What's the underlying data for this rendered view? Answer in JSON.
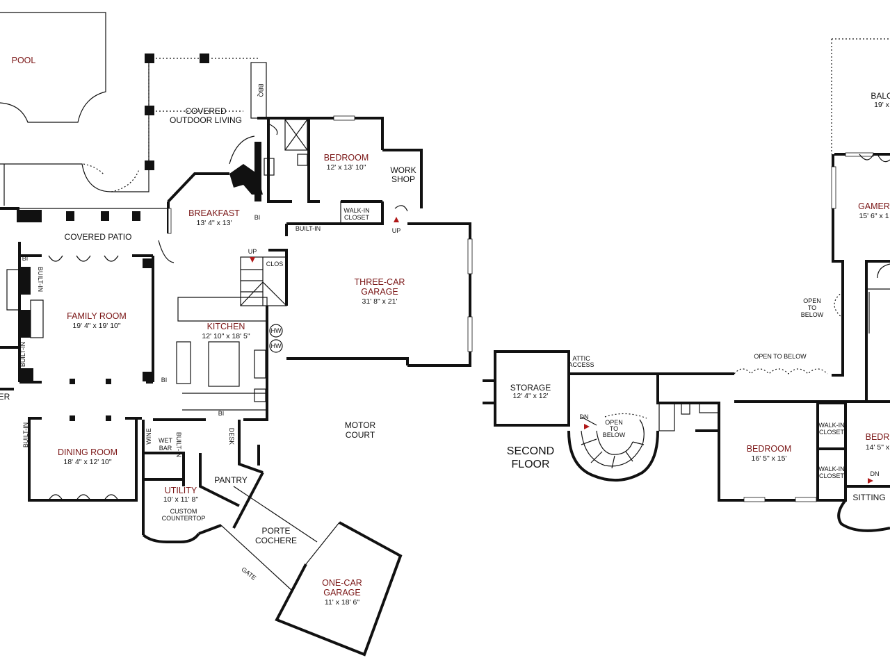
{
  "rooms": {
    "pool": "POOL",
    "covered_outdoor_living": [
      "COVERED",
      "OUTDOOR LIVING"
    ],
    "bbq": "BBQ",
    "bedroom_main": {
      "name": "BEDROOM",
      "size": "12' x 13' 10\""
    },
    "work_shop": [
      "WORK",
      "SHOP"
    ],
    "breakfast": {
      "name": "BREAKFAST",
      "size": "13' 4\" x 13'"
    },
    "walk_in_closet_main": [
      "WALK-IN",
      "CLOSET"
    ],
    "covered_patio": "COVERED PATIO",
    "family_room": {
      "name": "FAMILY ROOM",
      "size": "19' 4\" x 19' 10\""
    },
    "kitchen": {
      "name": "KITCHEN",
      "size": "12' 10\" x 18' 5\""
    },
    "three_car_garage": {
      "name": [
        "THREE-CAR",
        "GARAGE"
      ],
      "size": "31' 8\" x 21'"
    },
    "motor_court": [
      "MOTOR",
      "COURT"
    ],
    "dining_room": {
      "name": "DINING ROOM",
      "size": "18' 4\" x 12' 10\""
    },
    "wet_bar": [
      "WET",
      "BAR"
    ],
    "utility": {
      "name": "UTILITY",
      "size": "10' x 11' 8\""
    },
    "custom_countertop": [
      "CUSTOM",
      "COUNTERTOP"
    ],
    "pantry": "PANTRY",
    "porte_cochere": [
      "PORTE",
      "COCHERE"
    ],
    "gate": "GATE",
    "one_car_garage": {
      "name": [
        "ONE-CAR",
        "GARAGE"
      ],
      "size": "11' x 18' 6\""
    },
    "storage": {
      "name": "STORAGE",
      "size": "12' 4\" x 12'"
    },
    "attic_access": [
      "ATTIC",
      "ACCESS"
    ],
    "second_floor": [
      "SECOND",
      "FLOOR"
    ],
    "open_to_below_stair": [
      "OPEN",
      "TO",
      "BELOW"
    ],
    "open_to_below_bridge": "OPEN TO BELOW",
    "open_to_below_right": [
      "OPEN",
      "TO",
      "BELOW"
    ],
    "bedroom_upper": {
      "name": "BEDROOM",
      "size": "16' 5\" x 15'"
    },
    "walk_in_closet_upper_1": [
      "WALK-IN",
      "CLOSET"
    ],
    "walk_in_closet_upper_2": [
      "WALK-IN",
      "CLOSET"
    ],
    "bedroom_right_cut": {
      "name": "BEDR",
      "size": "14' 5\" x"
    },
    "sitting": "SITTING",
    "balcony_cut": {
      "name": "BALC",
      "size": "19' x"
    },
    "gameroom_cut": {
      "name": "GAMER",
      "size": "15' 6\" x 1"
    },
    "entry_cut": "ER"
  },
  "fixtures": {
    "bi": "BI",
    "built_in": "BUILT-IN",
    "clos": "CLOS",
    "up": "UP",
    "dn": "DN",
    "hw": "HW",
    "wine": "WINE",
    "desk": "DESK"
  }
}
